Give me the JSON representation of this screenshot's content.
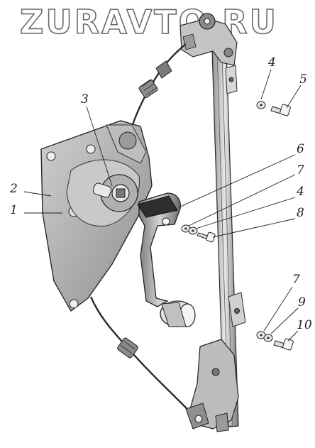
{
  "watermark": {
    "text": "ZURAVTO.RU"
  },
  "callouts": {
    "c1": "1",
    "c2": "2",
    "c3": "3",
    "c4a": "4",
    "c5": "5",
    "c6": "6",
    "c7a": "7",
    "c4b": "4",
    "c8": "8",
    "c7b": "7",
    "c9": "9",
    "c10": "10"
  },
  "colors": {
    "line": "#2a2a2a",
    "metal_dark": "#6f6f6f",
    "metal_mid": "#a9a9a9",
    "metal_light": "#d9d9d9",
    "plate": "#b9b9b9"
  }
}
